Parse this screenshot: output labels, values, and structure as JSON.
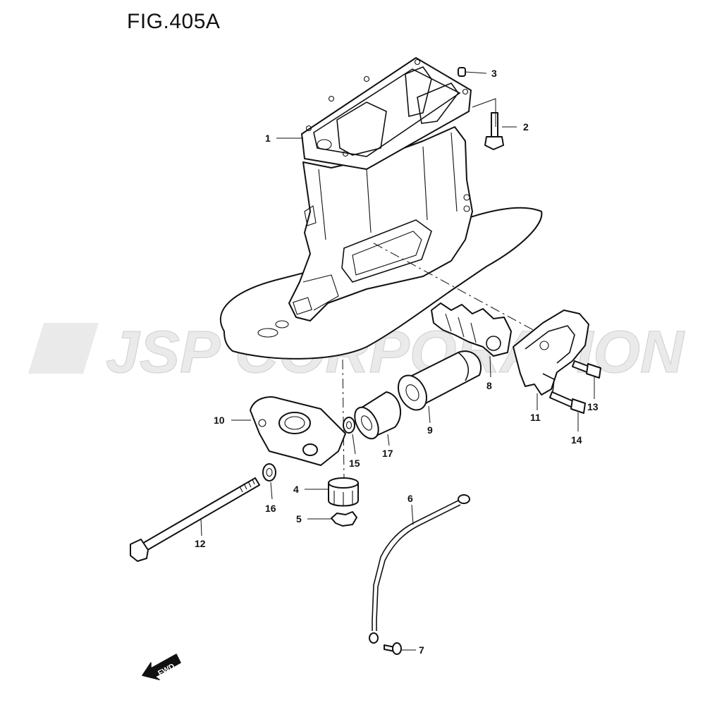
{
  "figure": {
    "title": "FIG.405A"
  },
  "watermark": {
    "text": "JSP CORPORATION"
  },
  "fwd_arrow": {
    "label": "FWD"
  },
  "callouts": [
    {
      "id": "1",
      "label": "1"
    },
    {
      "id": "2",
      "label": "2"
    },
    {
      "id": "3",
      "label": "3"
    },
    {
      "id": "4",
      "label": "4"
    },
    {
      "id": "5",
      "label": "5"
    },
    {
      "id": "6",
      "label": "6"
    },
    {
      "id": "7",
      "label": "7"
    },
    {
      "id": "8",
      "label": "8"
    },
    {
      "id": "9",
      "label": "9"
    },
    {
      "id": "10",
      "label": "10"
    },
    {
      "id": "11",
      "label": "11"
    },
    {
      "id": "12",
      "label": "12"
    },
    {
      "id": "13",
      "label": "13"
    },
    {
      "id": "14",
      "label": "14"
    },
    {
      "id": "15",
      "label": "15"
    },
    {
      "id": "16",
      "label": "16"
    },
    {
      "id": "17",
      "label": "17"
    }
  ]
}
